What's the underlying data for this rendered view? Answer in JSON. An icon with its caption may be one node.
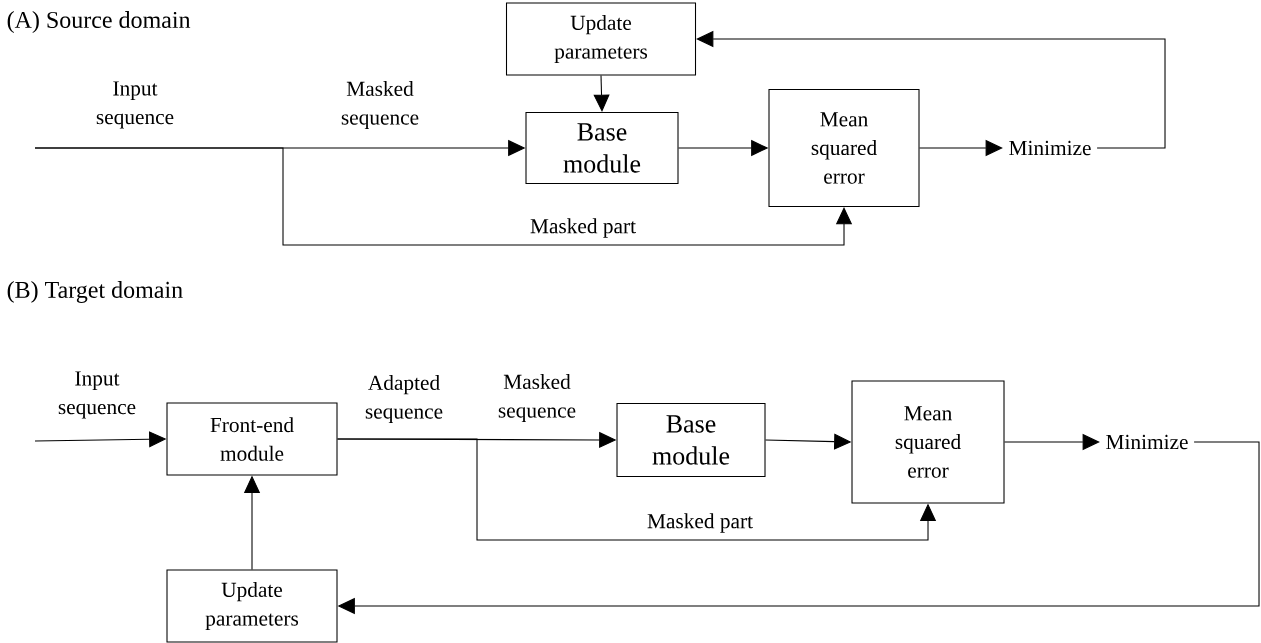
{
  "diagram": {
    "nodes": [
      {
        "text": [
          "Update parameters"
        ]
      },
      {
        "text": [
          "Base module"
        ]
      },
      {
        "text": [
          "Mean squared error"
        ]
      },
      {
        "text": [
          "Minimize"
        ]
      },
      {
        "text": [
          "Front-end module"
        ]
      },
      {
        "text": [
          "Base module"
        ]
      },
      {
        "text": [
          "Mean squared error"
        ]
      },
      {
        "text": [
          "Minimize"
        ]
      },
      {
        "text": [
          "Update parameters"
        ]
      }
    ],
    "edges": [
      {
        "from": null,
        "to": 1,
        "arrow": "to",
        "label": "Masked sequence"
      },
      {
        "from": null,
        "to": 2,
        "arrow": "to",
        "label": "Masked part"
      },
      {
        "from": 1,
        "to": 2,
        "arrow": "to"
      },
      {
        "from": 2,
        "to": 3,
        "arrow": "to"
      },
      {
        "from": 3,
        "to": 0,
        "arrow": "to"
      },
      {
        "from": 0,
        "to": 1,
        "arrow": "to"
      },
      {
        "from": null,
        "to": 4,
        "arrow": "to",
        "label": "Input sequence"
      },
      {
        "from": 4,
        "to": 5,
        "arrow": "to",
        "label": "Adapted sequence"
      },
      {
        "from": 4,
        "to": 6,
        "arrow": "to",
        "label": "Masked part"
      },
      {
        "from": 5,
        "to": 6,
        "arrow": "to"
      },
      {
        "from": 6,
        "to": 7,
        "arrow": "to"
      },
      {
        "from": 7,
        "to": 8,
        "arrow": "to"
      },
      {
        "from": 8,
        "to": 4,
        "arrow": "to"
      }
    ],
    "labels": [
      "(A) Source domain",
      "Input sequence",
      "(B) Target domain",
      "Masked sequence"
    ]
  }
}
